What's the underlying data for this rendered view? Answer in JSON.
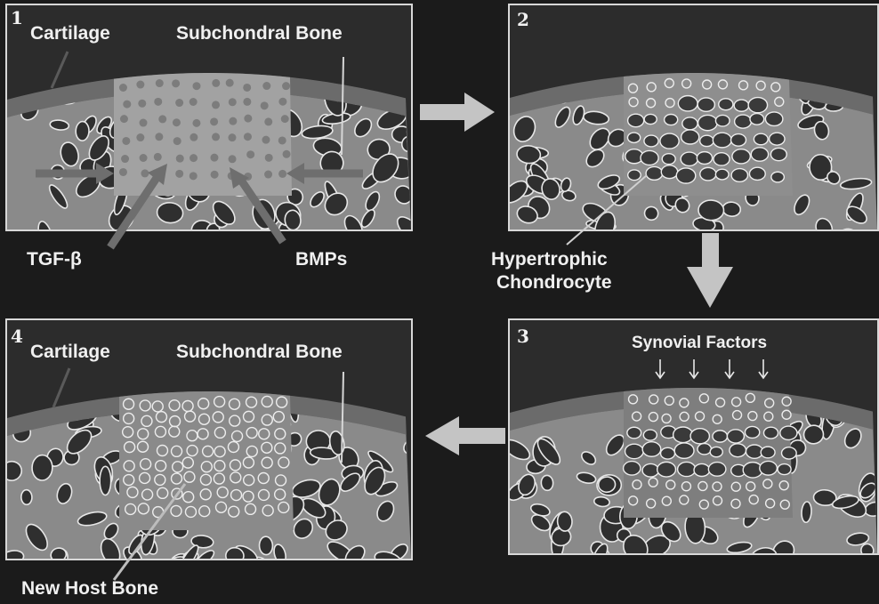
{
  "panels": [
    {
      "number": "1",
      "labels": {
        "cartilage": "Cartilage",
        "subchondral": "Subchondral Bone",
        "tgf": "TGF-β",
        "bmps": "BMPs"
      }
    },
    {
      "number": "2"
    },
    {
      "number": "3",
      "labels": {
        "synovial": "Synovial Factors"
      }
    },
    {
      "number": "4",
      "labels": {
        "cartilage": "Cartilage",
        "subchondral": "Subchondral Bone"
      }
    }
  ],
  "labels": {
    "hypertrophic_line1": "Hypertrophic",
    "hypertrophic_line2": "Chondrocyte",
    "new_host_bone": "New Host Bone"
  },
  "colors": {
    "background": "#1b1b1b",
    "bone_matrix": "#8a8a8a",
    "cartilage_band": "#6b6b6b",
    "graft": "#a2a2a2",
    "arrow": "#c4c4c4"
  }
}
